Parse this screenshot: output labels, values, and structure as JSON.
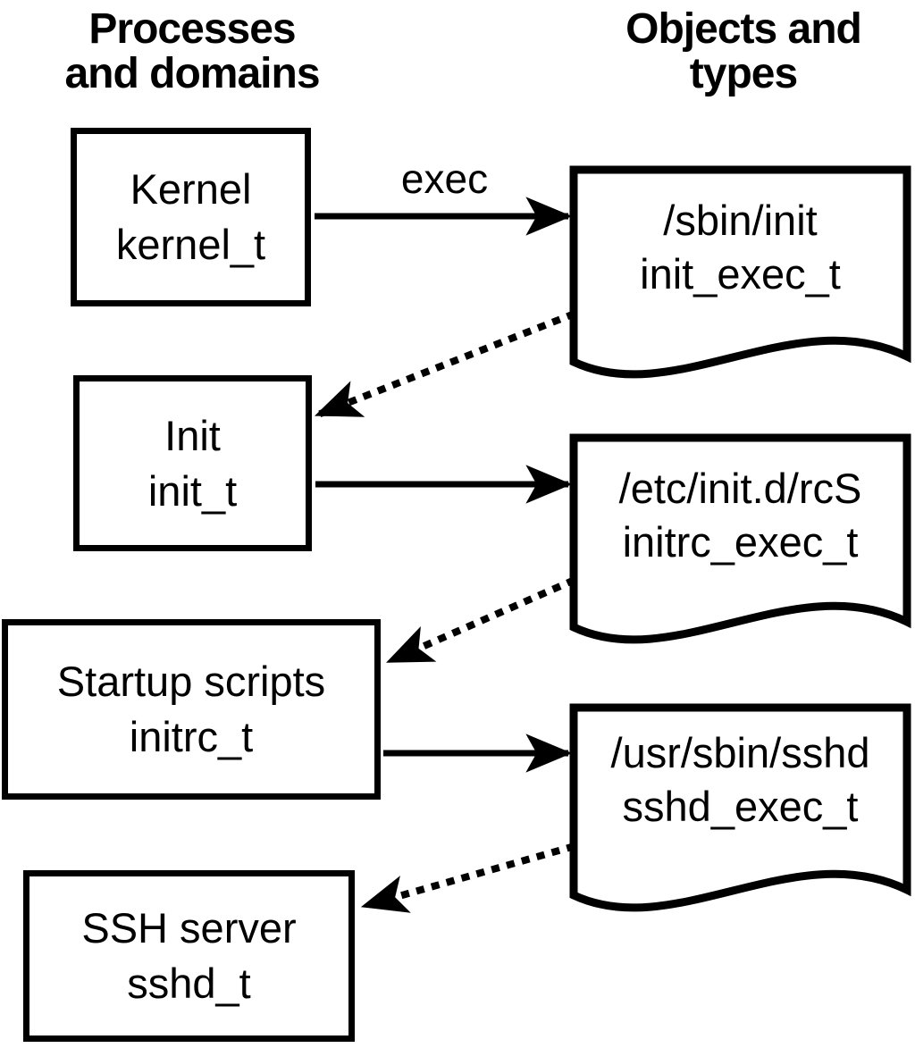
{
  "headers": {
    "processes": {
      "line1": "Processes",
      "line2": "and domains"
    },
    "objects": {
      "line1": "Objects and",
      "line2": "types"
    }
  },
  "processes": [
    {
      "label": "Kernel",
      "type": "kernel_t"
    },
    {
      "label": "Init",
      "type": "init_t"
    },
    {
      "label": "Startup scripts",
      "type": "initrc_t"
    },
    {
      "label": "SSH server",
      "type": "sshd_t"
    }
  ],
  "objects": [
    {
      "path": "/sbin/init",
      "type": "init_exec_t"
    },
    {
      "path": "/etc/init.d/rcS",
      "type": "initrc_exec_t"
    },
    {
      "path": "/usr/sbin/sshd",
      "type": "sshd_exec_t"
    }
  ],
  "arrows": {
    "exec_label": "exec"
  },
  "colors": {
    "ink": "#000000",
    "background": "#ffffff"
  }
}
